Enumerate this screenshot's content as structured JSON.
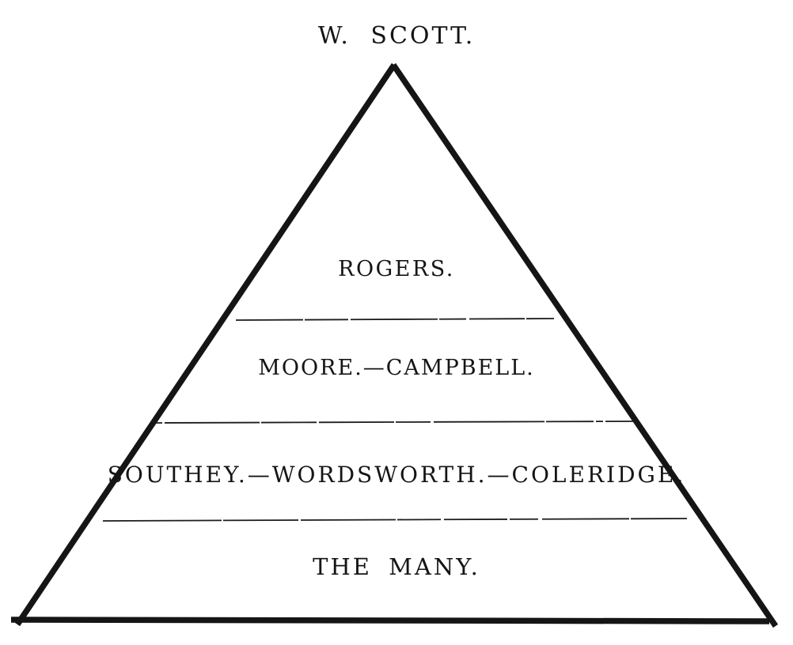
{
  "diagram": {
    "type": "pyramid",
    "apex_label": "W. SCOTT.",
    "tiers": [
      {
        "rank": 1,
        "label": "ROGERS."
      },
      {
        "rank": 2,
        "label": "MOORE.—CAMPBELL."
      },
      {
        "rank": 3,
        "label": "SOUTHEY.—WORDSWORTH.—COLERIDGE."
      },
      {
        "rank": 4,
        "label": "THE MANY."
      }
    ],
    "colors": {
      "ink": "#151515",
      "background": "#ffffff"
    }
  }
}
